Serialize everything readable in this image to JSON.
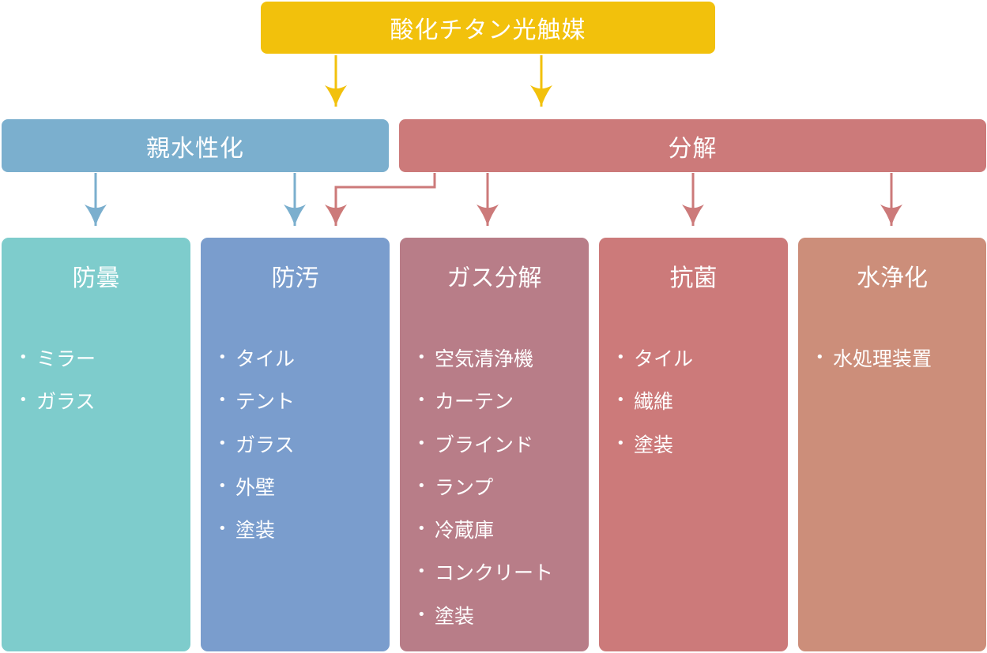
{
  "colors": {
    "root": "#F2C10C",
    "hydrophilic": "#7BAFCE",
    "decomposition": "#CC7A7A",
    "card_antifog": "#7ECCCC",
    "card_antifouling": "#7A9DCD",
    "card_gas": "#B87D88",
    "card_antibacterial": "#CC7A7A",
    "card_water": "#CC8E7A",
    "text": "#FFFFFF"
  },
  "root": {
    "label": "酸化チタン光触媒"
  },
  "categories": [
    {
      "id": "hydrophilic",
      "label": "親水性化"
    },
    {
      "id": "decomposition",
      "label": "分解"
    }
  ],
  "bullet": "・",
  "cards": [
    {
      "id": "antifog",
      "title": "防曇",
      "items": [
        "ミラー",
        "ガラス"
      ]
    },
    {
      "id": "antifouling",
      "title": "防汚",
      "items": [
        "タイル",
        "テント",
        "ガラス",
        "外壁",
        "塗装"
      ]
    },
    {
      "id": "gas",
      "title": "ガス分解",
      "items": [
        "空気清浄機",
        "カーテン",
        "ブラインド",
        "ランプ",
        "冷蔵庫",
        "コンクリート",
        "塗装"
      ]
    },
    {
      "id": "antibacterial",
      "title": "抗菌",
      "items": [
        "タイル",
        "繊維",
        "塗装"
      ]
    },
    {
      "id": "water",
      "title": "水浄化",
      "items": [
        "水処理装置"
      ]
    }
  ],
  "edges": [
    {
      "from": "root",
      "to": "hydrophilic"
    },
    {
      "from": "root",
      "to": "decomposition"
    },
    {
      "from": "hydrophilic",
      "to": "antifog"
    },
    {
      "from": "hydrophilic",
      "to": "antifouling"
    },
    {
      "from": "decomposition",
      "to": "antifouling"
    },
    {
      "from": "decomposition",
      "to": "gas"
    },
    {
      "from": "decomposition",
      "to": "antibacterial"
    },
    {
      "from": "decomposition",
      "to": "water"
    }
  ]
}
